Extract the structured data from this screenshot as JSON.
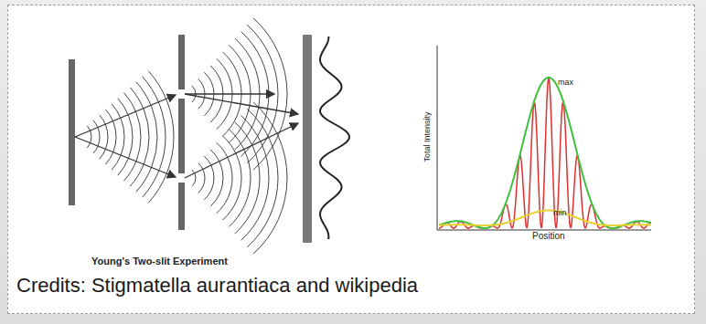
{
  "diagram": {
    "caption": "Credits: Stigmatella aurantiaca and wikipedia",
    "labels": [
      "Young's Two-slit Experiment",
      "Total Intensity",
      "max",
      "min",
      "Position"
    ]
  }
}
